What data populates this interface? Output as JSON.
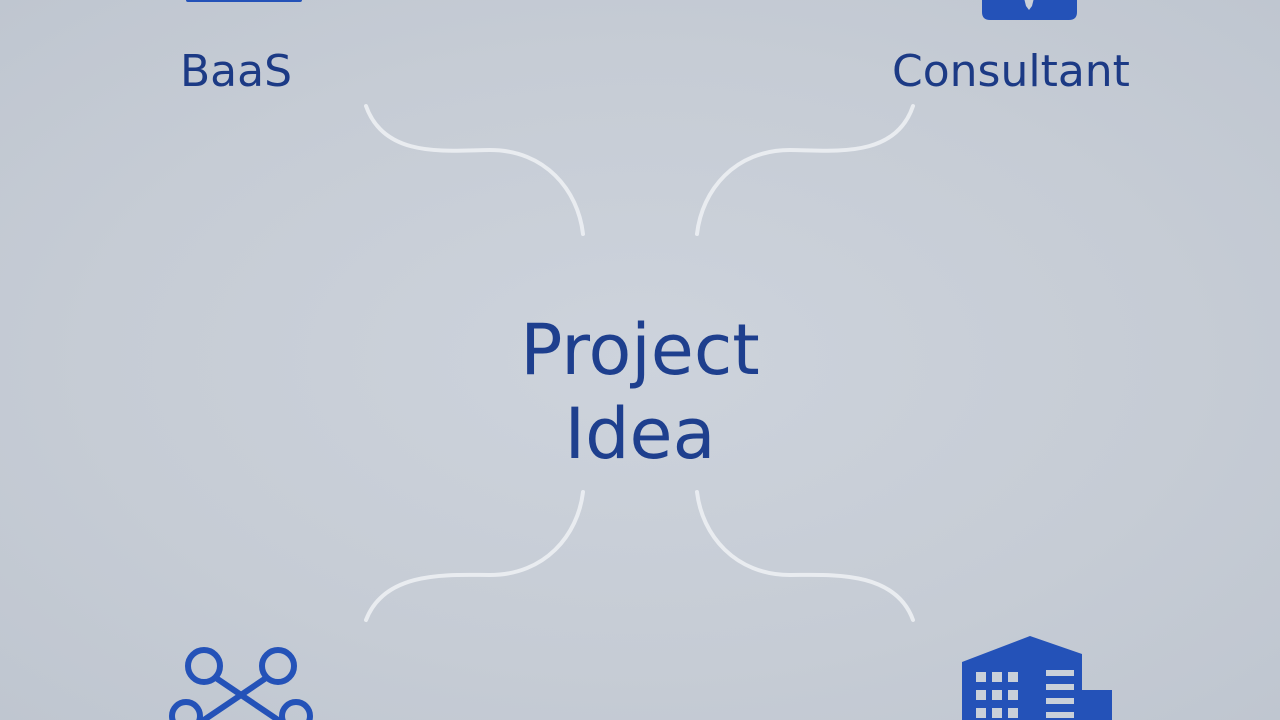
{
  "diagram": {
    "center": {
      "line1": "Project",
      "line2": "Idea"
    },
    "nodes": [
      {
        "id": "baas",
        "label": "BaaS",
        "icon": "box-icon"
      },
      {
        "id": "consultant",
        "label": "Consultant",
        "icon": "consultant-person-icon"
      },
      {
        "id": "network",
        "label": "",
        "icon": "network-nodes-icon"
      },
      {
        "id": "company",
        "label": "",
        "icon": "office-building-icon"
      }
    ]
  },
  "colors": {
    "background": "#c6ccd5",
    "text": "#1c3a85",
    "icon": "#2452b8",
    "connector": "#eef1f5"
  }
}
